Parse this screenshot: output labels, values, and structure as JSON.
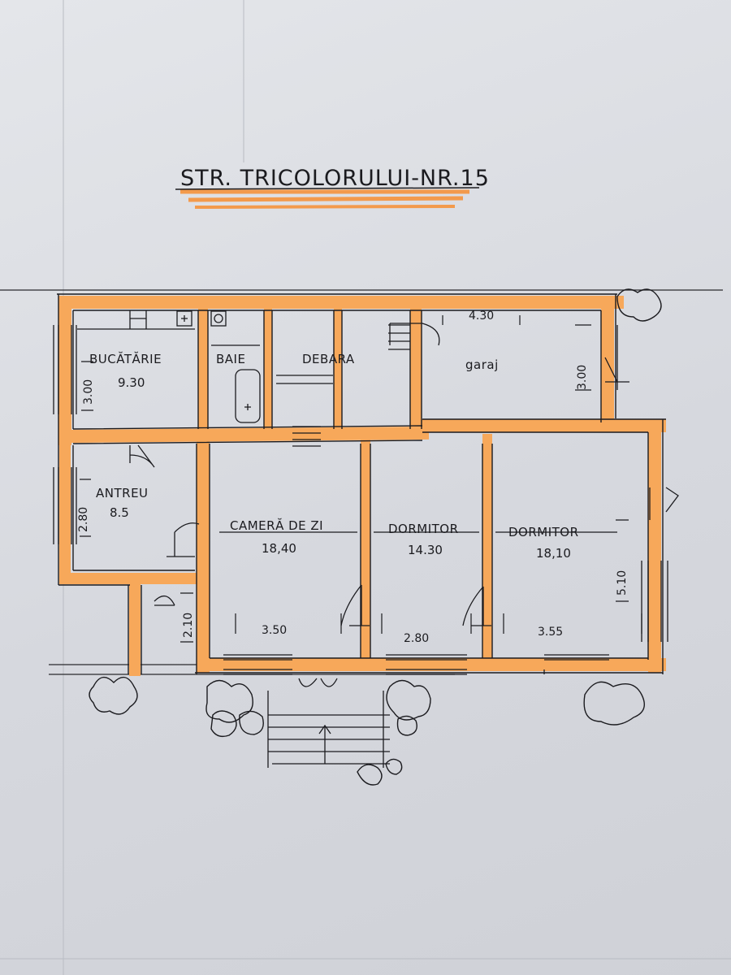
{
  "title": "STR. TRICOLORULUI-NR.15",
  "colors": {
    "wall": "#f7a85a",
    "ink": "#1b1b1f",
    "paper": "#dcdee3",
    "highlight": "#f39a4c"
  },
  "rooms": [
    {
      "id": "bucatarie",
      "name": "BUCĂTĂRIE",
      "area": "9.30",
      "dim_side": "3.00"
    },
    {
      "id": "baie",
      "name": "BAIE",
      "area": ""
    },
    {
      "id": "debara",
      "name": "DEBARA",
      "area": ""
    },
    {
      "id": "garaj",
      "name": "garaj",
      "area": "",
      "dim_top": "4.30",
      "dim_side": "3.00"
    },
    {
      "id": "antreu",
      "name": "ANTREU",
      "area": "8.5",
      "dim_side": "2.80"
    },
    {
      "id": "camera",
      "name": "CAMERĂ DE ZI",
      "area": "18,40",
      "dim_bottom": "3.50"
    },
    {
      "id": "dormitor1",
      "name": "DORMITOR",
      "area": "14.30",
      "dim_bottom": "2.80"
    },
    {
      "id": "dormitor2",
      "name": "DORMITOR",
      "area": "18,10",
      "dim_bottom": "3.55",
      "dim_side": "5.10"
    }
  ],
  "hall_dim": "2.10"
}
